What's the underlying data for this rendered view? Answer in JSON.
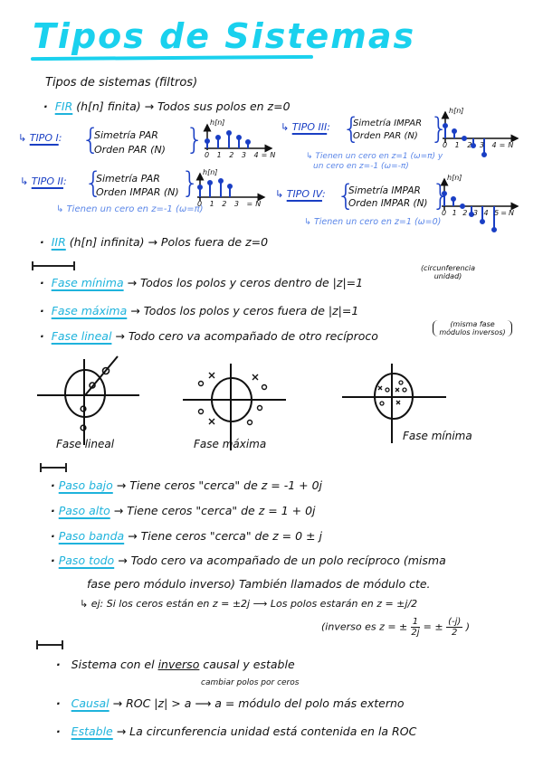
{
  "title": "Tipos de Sistemas",
  "intro": "Tipos de sistemas (filtros)",
  "fir": {
    "label": "FIR",
    "text": "(h[n] finita) → Todos sus polos en z=0",
    "tipos": [
      {
        "label": "TIPO I",
        "brace": [
          "Simetría PAR",
          "Orden PAR (N)"
        ],
        "note": "",
        "plot_label": "h[n]",
        "ticks": "0 1 2 3 4=N"
      },
      {
        "label": "TIPO II",
        "brace": [
          "Simetría PAR",
          "Orden IMPAR (N)"
        ],
        "note": "Tienen un cero en z=-1 (ω=π)",
        "plot_label": "h[n]",
        "ticks": "0 1 2 3 =N"
      },
      {
        "label": "TIPO III",
        "brace": [
          "Simetría IMPAR",
          "Orden PAR (N)"
        ],
        "note": "Tienen un cero en z=1 (ω=π) y",
        "note2": "un cero en z=-1 (ω=-π)",
        "plot_label": "h[n]",
        "ticks": "0 1 2 3 4=N"
      },
      {
        "label": "TIPO IV",
        "brace": [
          "Simetría IMPAR",
          "Orden IMPAR (N)"
        ],
        "note": "Tienen un cero en z=1 (ω=0)",
        "plot_label": "h[n]",
        "ticks": "0 1 2 3 4 5=N"
      }
    ]
  },
  "iir": {
    "label": "IIR",
    "text": "(h[n] infinita) → Polos fuera de z=0"
  },
  "fase": [
    {
      "label": "Fase mínima",
      "text": "→ Todos los polos y ceros dentro de |z|=1",
      "aside": "(circunferencia unidad)"
    },
    {
      "label": "Fase máxima",
      "text": "→ Todos los polos y ceros fuera de |z|=1",
      "aside": ""
    },
    {
      "label": "Fase lineal",
      "text": "→ Todo cero va acompañado de otro recíproco",
      "aside": "(misma fase módulos inversos)"
    }
  ],
  "diagrams": [
    {
      "caption": "Fase lineal"
    },
    {
      "caption": "Fase máxima"
    },
    {
      "caption": "Fase mínima"
    }
  ],
  "filtros": [
    {
      "label": "Paso bajo",
      "text": "→ Tiene ceros \"cerca\" de z = -1 + 0j"
    },
    {
      "label": "Paso alto",
      "text": "→ Tiene ceros \"cerca\" de z = 1 + 0j"
    },
    {
      "label": "Paso banda",
      "text": "→ Tiene ceros \"cerca\" de z = 0 ± j"
    },
    {
      "label": "Paso todo",
      "text": "→ Todo cero va acompañado de un polo recíproco (misma",
      "text2": "fase pero módulo inverso) También llamados de módulo cte."
    }
  ],
  "ejemplo": {
    "line1": "↳ ej: Si los ceros están en z = ±2j ⟶ Los polos estarán en z = ±j/2",
    "line2_pre": "(inverso es z = ±",
    "frac1_num": "1",
    "frac1_den": "2j",
    "line2_mid": "= ±",
    "frac2_num": "(-j)",
    "frac2_den": "2",
    "line2_post": ")"
  },
  "inverso": {
    "text_pre": "Sistema con el",
    "text_ul": "inverso",
    "text_post": "causal y estable",
    "sub": "cambiar polos por ceros"
  },
  "causal": {
    "label": "Causal",
    "text": "→ ROC |z| > a ⟶ a = módulo del polo más externo"
  },
  "estable": {
    "label": "Estable",
    "text": "→ La circunferencia unidad está contenida en la ROC"
  },
  "colors": {
    "accent": "#1ad1ee",
    "ink": "#111111",
    "blue": "#1a3fc4",
    "light_blue": "#5a86e8"
  }
}
